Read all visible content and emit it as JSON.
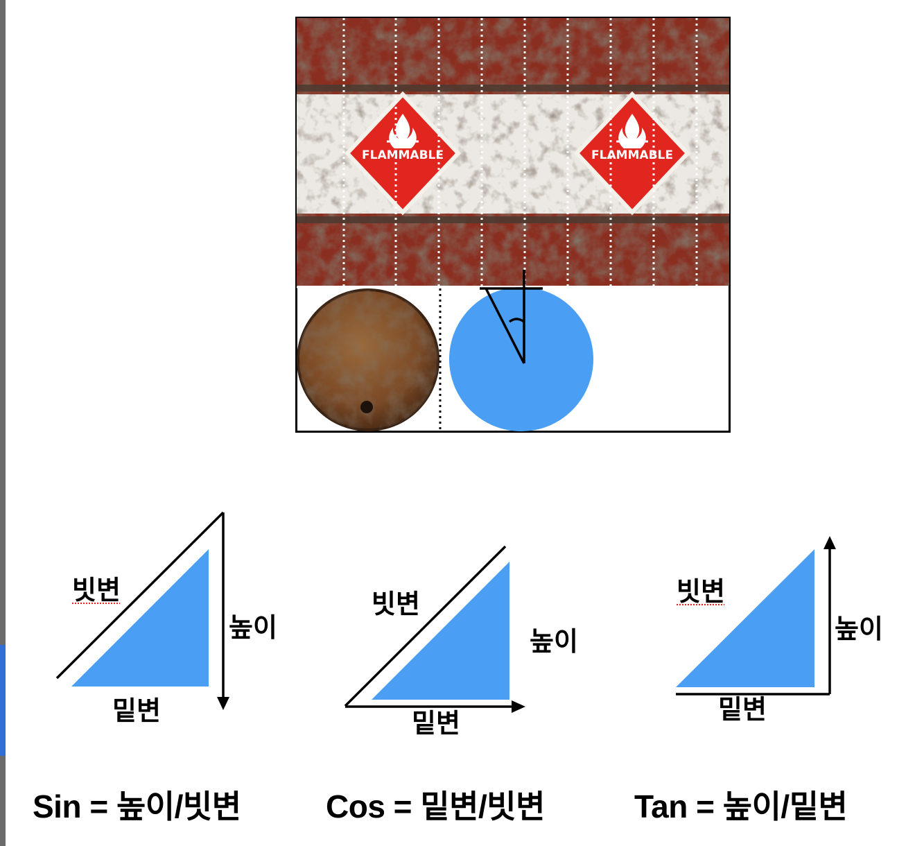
{
  "texture": {
    "flammable_text": "FLAMMABLE"
  },
  "triangles": {
    "sin": {
      "hypotenuse": "빗변",
      "height": "높이",
      "base": "밑변"
    },
    "cos": {
      "hypotenuse": "빗변",
      "height": "높이",
      "base": "밑변"
    },
    "tan": {
      "hypotenuse": "빗변",
      "height": "높이",
      "base": "밑변"
    }
  },
  "formulas": {
    "sin": "Sin = 높이/빗변",
    "cos": "Cos = 밑변/빗변",
    "tan": "Tan = 높이/밑변"
  },
  "colors": {
    "triangle_fill": "#4a9ff5",
    "circle_fill": "#4a9ff5",
    "barrel_red": "#8a2e20",
    "sign_red": "#e0261f"
  }
}
